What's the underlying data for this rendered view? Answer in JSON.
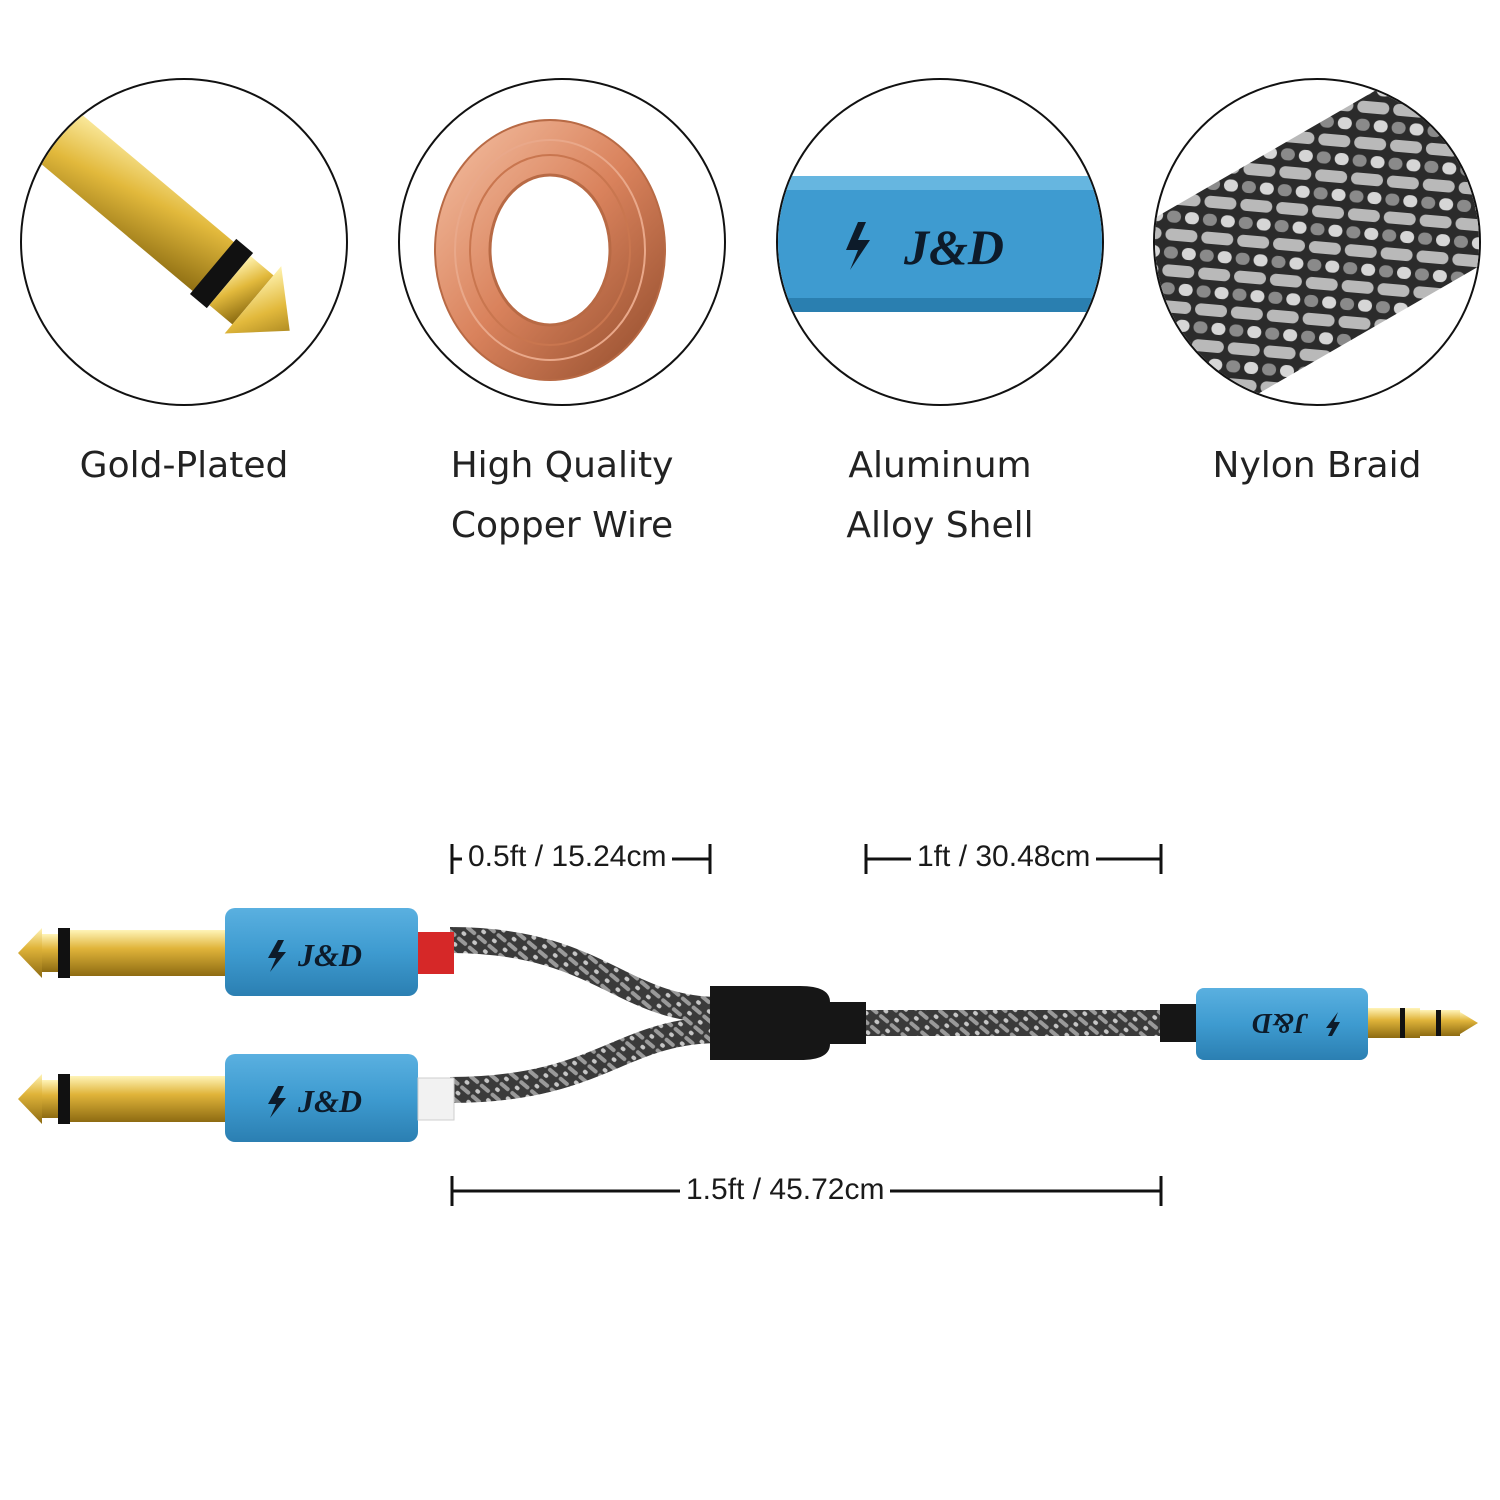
{
  "features": [
    {
      "id": "gold-plated",
      "icon": "gold-plug-icon",
      "lines": [
        "Gold-Plated"
      ]
    },
    {
      "id": "copper-wire",
      "icon": "copper-coil-icon",
      "lines": [
        "High Quality",
        "Copper Wire"
      ]
    },
    {
      "id": "aluminum-shell",
      "icon": "aluminum-shell-logo-icon",
      "lines": [
        "Aluminum",
        "Alloy Shell"
      ]
    },
    {
      "id": "nylon-braid",
      "icon": "nylon-braid-icon",
      "lines": [
        "Nylon Braid"
      ]
    }
  ],
  "brand": {
    "logo_text": "J&D",
    "color_blue": "#3e9bd0",
    "color_gold": "#d4a72c",
    "color_red": "#d62828"
  },
  "dimensions": {
    "split_length": "0.5ft / 15.24cm",
    "main_length": "1ft / 30.48cm",
    "total_length": "1.5ft / 45.72cm"
  }
}
